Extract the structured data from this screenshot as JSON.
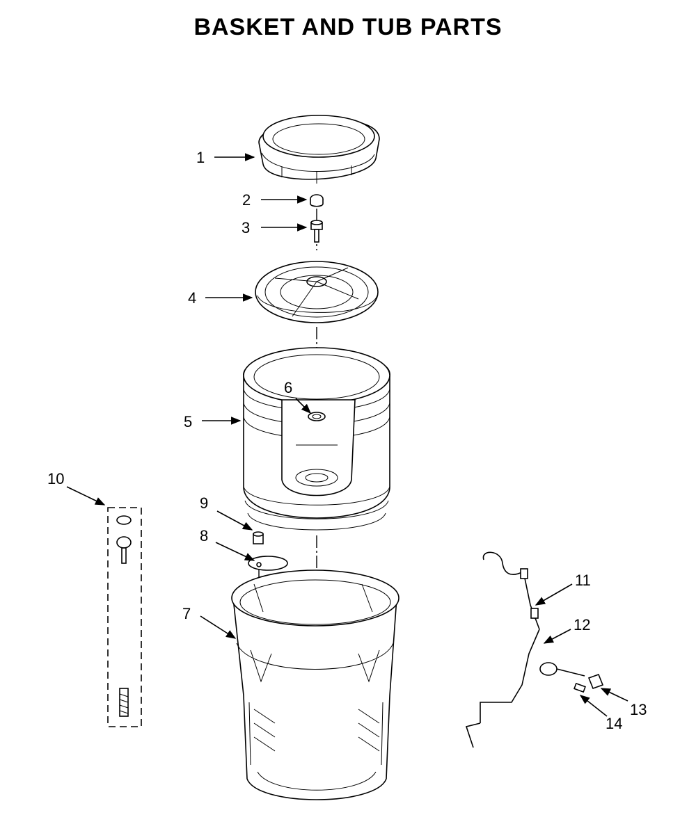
{
  "title": "BASKET AND TUB PARTS",
  "callouts": [
    {
      "id": "1"
    },
    {
      "id": "2"
    },
    {
      "id": "3"
    },
    {
      "id": "4"
    },
    {
      "id": "5"
    },
    {
      "id": "6"
    },
    {
      "id": "7"
    },
    {
      "id": "8"
    },
    {
      "id": "9"
    },
    {
      "id": "10"
    },
    {
      "id": "11"
    },
    {
      "id": "12"
    },
    {
      "id": "13"
    },
    {
      "id": "14"
    }
  ]
}
